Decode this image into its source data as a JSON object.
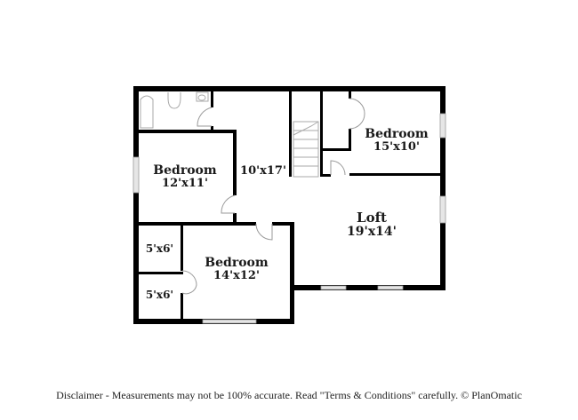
{
  "floor_plan": {
    "rooms": [
      {
        "id": "bedroom-1",
        "name": "Bedroom",
        "dimensions": "12'x11'"
      },
      {
        "id": "hall",
        "name": "",
        "dimensions": "10'x17'"
      },
      {
        "id": "bedroom-2",
        "name": "Bedroom",
        "dimensions": "15'x10'"
      },
      {
        "id": "loft",
        "name": "Loft",
        "dimensions": "19'x14'"
      },
      {
        "id": "closet-1",
        "name": "",
        "dimensions": "5'x6'"
      },
      {
        "id": "closet-2",
        "name": "",
        "dimensions": "5'x6'"
      },
      {
        "id": "bedroom-3",
        "name": "Bedroom",
        "dimensions": "14'x12'"
      }
    ],
    "fixtures": [
      "bathtub",
      "toilet",
      "sink",
      "stairs"
    ],
    "colors": {
      "wall": "#000000",
      "window": "#c8c8c8",
      "door_arc": "#999999",
      "background": "#ffffff"
    }
  },
  "footer": {
    "disclaimer": "Disclaimer - Measurements may not be 100% accurate. Read \"Terms & Conditions\" carefully. © PlanOmatic"
  }
}
